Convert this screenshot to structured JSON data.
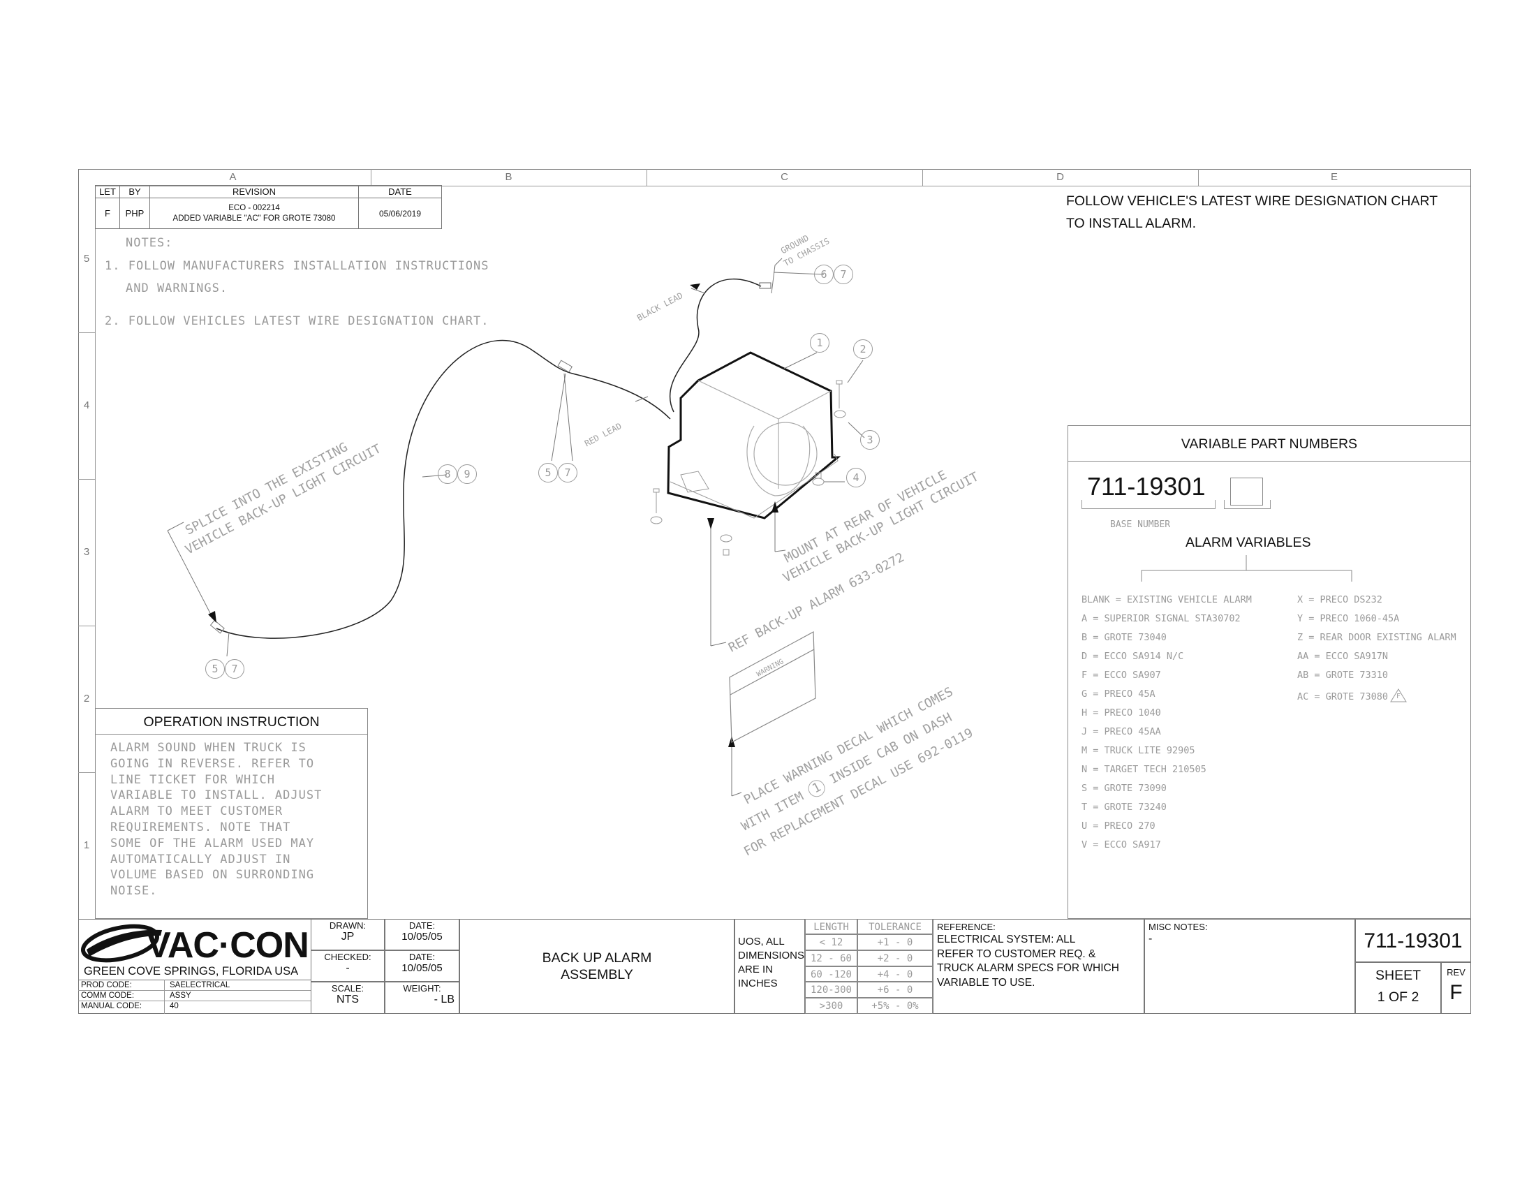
{
  "zones_top": [
    "A",
    "B",
    "C",
    "D",
    "E"
  ],
  "zones_left": [
    "5",
    "4",
    "3",
    "2",
    "1"
  ],
  "revision": {
    "headers": [
      "LET",
      "BY",
      "REVISION",
      "DATE"
    ],
    "let": "F",
    "by": "PHP",
    "revision_line1": "ECO - 002214",
    "revision_line2": "ADDED VARIABLE \"AC\" FOR GROTE 73080",
    "date": "05/06/2019"
  },
  "notes": {
    "heading": "NOTES:",
    "item1_line1": "1.  FOLLOW MANUFACTURERS INSTALLATION INSTRUCTIONS",
    "item1_line2": "AND WARNINGS.",
    "item2": "2.  FOLLOW VEHICLES LATEST WIRE DESIGNATION CHART."
  },
  "top_note": {
    "line1": "FOLLOW VEHICLE'S LATEST WIRE DESIGNATION CHART",
    "line2": "TO INSTALL ALARM."
  },
  "drawing_labels": {
    "ground_line1": "GROUND",
    "ground_line2": "TO CHASSIS",
    "black_lead": "BLACK LEAD",
    "red_lead": "RED LEAD",
    "splice_line1": "SPLICE INTO THE EXISTING",
    "splice_line2": "VEHICLE BACK-UP LIGHT CIRCUIT",
    "mount_line1": "MOUNT AT REAR OF VEHICLE",
    "mount_line2": "VEHICLE BACK-UP LIGHT CIRCUIT",
    "ref_alarm": "REF BACK-UP ALARM 633-0272",
    "warning": "WARNING",
    "decal_line1": "PLACE WARNING DECAL WHICH COMES",
    "decal_line2": "WITH ITEM",
    "decal_item": "1",
    "decal_line2b": "INSIDE CAB ON DASH",
    "decal_line3": "FOR REPLACEMENT DECAL USE 692-0119"
  },
  "callouts": {
    "c1": "1",
    "c2": "2",
    "c3": "3",
    "c4": "4",
    "c6": "6",
    "c7": "7",
    "c8": "8",
    "c9": "9",
    "c5": "5"
  },
  "variable_parts": {
    "title": "VARIABLE PART NUMBERS",
    "base_part": "711-19301",
    "base_label": "BASE NUMBER",
    "alarm_variables": "ALARM VARIABLES",
    "left_column": [
      "BLANK = EXISTING VEHICLE ALARM",
      "A = SUPERIOR SIGNAL STA30702",
      "B = GROTE 73040",
      "D = ECCO SA914 N/C",
      "F = ECCO SA907",
      "G = PRECO 45A",
      "H = PRECO 1040",
      "J = PRECO 45AA",
      "M = TRUCK LITE 92905",
      "N = TARGET TECH 210505",
      "S = GROTE 73090",
      "T = GROTE 73240",
      "U = PRECO 270",
      "V = ECCO SA917"
    ],
    "right_column": [
      "X = PRECO DS232",
      "Y = PRECO 1060-45A",
      "Z = REAR DOOR EXISTING ALARM",
      "AA = ECCO SA917N",
      "AB = GROTE 73310",
      "AC = GROTE 73080"
    ],
    "rev_flag": "F"
  },
  "operation": {
    "title": "OPERATION INSTRUCTION",
    "lines": [
      "ALARM SOUND WHEN TRUCK IS",
      "GOING IN REVERSE. REFER TO",
      "LINE TICKET FOR WHICH",
      "VARIABLE TO INSTALL. ADJUST",
      "ALARM TO MEET CUSTOMER",
      "REQUIREMENTS. NOTE THAT",
      "SOME OF THE ALARM USED MAY",
      "AUTOMATICALLY ADJUST IN",
      "VOLUME BASED ON SURRONDING",
      "NOISE."
    ]
  },
  "title_block": {
    "logo_text": "VAC·CON",
    "location": "GREEN COVE SPRINGS, FLORIDA USA",
    "prod_code_label": "PROD CODE:",
    "prod_code": "SAELECTRICAL",
    "comm_code_label": "COMM CODE:",
    "comm_code": "ASSY",
    "manual_code_label": "MANUAL CODE:",
    "manual_code": "40",
    "drawn_label": "DRAWN:",
    "drawn": "JP",
    "drawn_date_label": "DATE:",
    "drawn_date": "10/05/05",
    "checked_label": "CHECKED:",
    "checked": "-",
    "checked_date_label": "DATE:",
    "checked_date": "10/05/05",
    "scale_label": "SCALE:",
    "scale": "NTS",
    "weight_label": "WEIGHT:",
    "weight": "- LB",
    "title_line1": "BACK UP ALARM",
    "title_line2": "ASSEMBLY",
    "uos_line1": "UOS, ALL",
    "uos_line2": "DIMENSIONS",
    "uos_line3": "ARE IN",
    "uos_line4": "INCHES",
    "tol_headers": [
      "LENGTH",
      "TOLERANCE"
    ],
    "tol_rows": [
      [
        "< 12",
        "+1 - 0"
      ],
      [
        "12 - 60",
        "+2 - 0"
      ],
      [
        "60 -120",
        "+4 - 0"
      ],
      [
        "120-300",
        "+6 - 0"
      ],
      [
        ">300",
        "+5% - 0%"
      ]
    ],
    "reference_label": "REFERENCE:",
    "reference_lines": [
      "ELECTRICAL SYSTEM: ALL",
      "REFER TO CUSTOMER REQ. &",
      "TRUCK ALARM SPECS FOR WHICH",
      "VARIABLE TO USE."
    ],
    "misc_label": "MISC NOTES:",
    "misc": "-",
    "drawing_number": "711-19301",
    "sheet_label": "SHEET",
    "sheet": "1 OF 2",
    "rev_label": "REV",
    "rev": "F"
  }
}
